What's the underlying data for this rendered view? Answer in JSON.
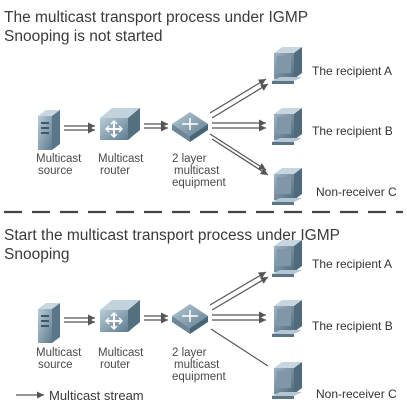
{
  "top": {
    "title_line1": "The multicast transport process under IGMP",
    "title_line2": "Snooping is not started",
    "source_label": [
      "Multicast",
      "source"
    ],
    "router_label": [
      "Multicast",
      "router"
    ],
    "switch_label": [
      "2 layer",
      "multicast",
      "equipment"
    ],
    "recipients": [
      "The recipient A",
      "The recipient B",
      "Non-receiver C"
    ]
  },
  "bottom": {
    "title_line1": "Start the multicast transport process under IGMP",
    "title_line2": "Snooping",
    "source_label": [
      "Multicast",
      "source"
    ],
    "router_label": [
      "Multicast",
      "router"
    ],
    "switch_label": [
      "2 layer",
      "multicast",
      "equipment"
    ],
    "recipients": [
      "The recipient A",
      "The recipient B",
      "Non-receiver C"
    ]
  },
  "legend": {
    "label": "Multicast stream"
  },
  "colors": {
    "device": "#8aa4b4",
    "device_dark": "#4f6b7c",
    "arrow": "#555555",
    "divider": "#444444"
  }
}
